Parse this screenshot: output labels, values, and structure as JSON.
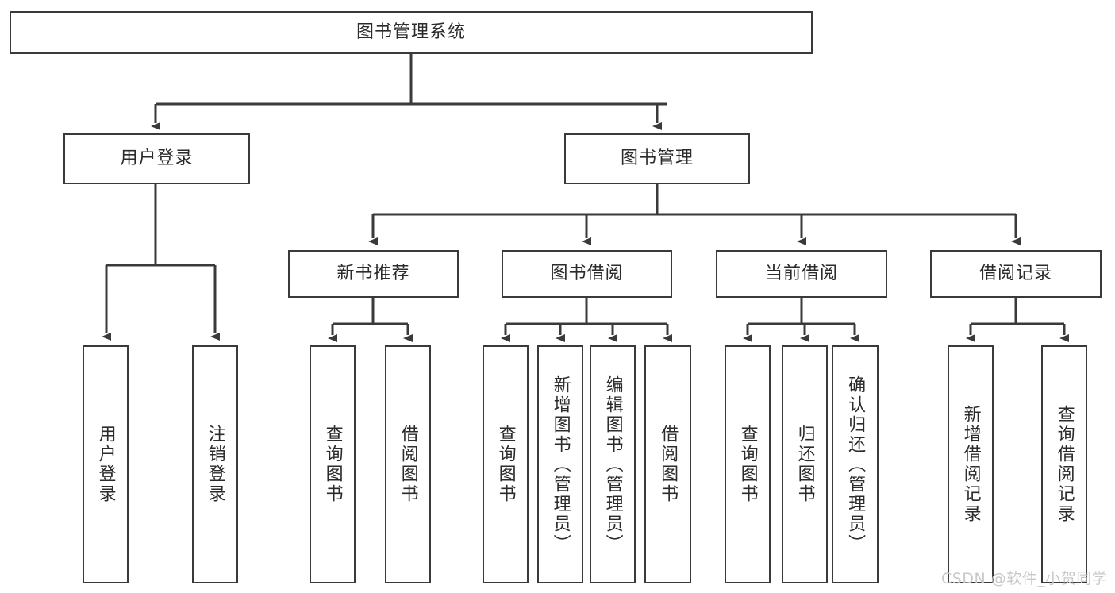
{
  "diagram": {
    "title": "图书管理系统",
    "type": "hierarchy-tree",
    "background_color": "#ffffff",
    "box_border_color": "#3a3a3a",
    "text_color": "#2b2b2b",
    "edge_color": "#3a3a3a"
  },
  "nodes": {
    "root": {
      "label": "图书管理系统"
    },
    "level2": [
      {
        "label": "用户登录"
      },
      {
        "label": "图书管理"
      }
    ],
    "level3": [
      {
        "label": "新书推荐"
      },
      {
        "label": "图书借阅"
      },
      {
        "label": "当前借阅"
      },
      {
        "label": "借阅记录"
      }
    ],
    "leaves": {
      "user_login": [
        {
          "label": "用户登录"
        },
        {
          "label": "注销登录"
        }
      ],
      "new_book_recommend": [
        {
          "label": "查询图书"
        },
        {
          "label": "借阅图书"
        }
      ],
      "book_borrow": [
        {
          "label": "查询图书"
        },
        {
          "label": "新增图书（管理员）"
        },
        {
          "label": "编辑图书（管理员）"
        },
        {
          "label": "借阅图书"
        }
      ],
      "current_borrow": [
        {
          "label": "查询图书"
        },
        {
          "label": "归还图书"
        },
        {
          "label": "确认归还（管理员）"
        }
      ],
      "borrow_record": [
        {
          "label": "新增借阅记录"
        },
        {
          "label": "查询借阅记录"
        }
      ]
    }
  },
  "watermark": {
    "text": "CSDN @软件_小贺同学",
    "color": "#c9c9c9"
  }
}
